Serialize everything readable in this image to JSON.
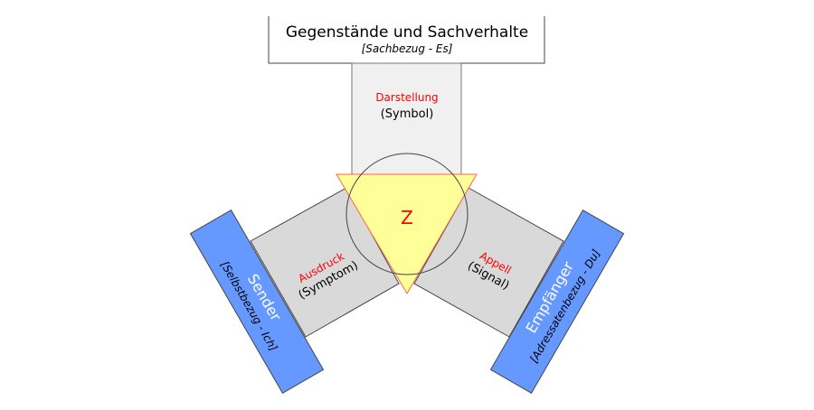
{
  "top_box": {
    "title": "Gegenstände und Sachverhalte",
    "subtitle": "[Sachbezug - Es]"
  },
  "darstellung": {
    "label": "Darstellung",
    "sub": "(Symbol)"
  },
  "ausdruck": {
    "label": "Ausdruck",
    "sub": "(Symptom)"
  },
  "appell": {
    "label": "Appell",
    "sub": "(Signal)"
  },
  "center": {
    "label": "Z"
  },
  "sender": {
    "label": "Sender",
    "sub": "[Selbstbezug - Ich]"
  },
  "empfaenger": {
    "label": "Empfänger",
    "sub": "[Adressatenbezug - Du]"
  },
  "colors": {
    "accent_red": "#ff0000",
    "blue": "#6699ff",
    "yellow": "#ffff99",
    "gray": "#d9d9d9",
    "light_gray": "#f0f0f0"
  }
}
